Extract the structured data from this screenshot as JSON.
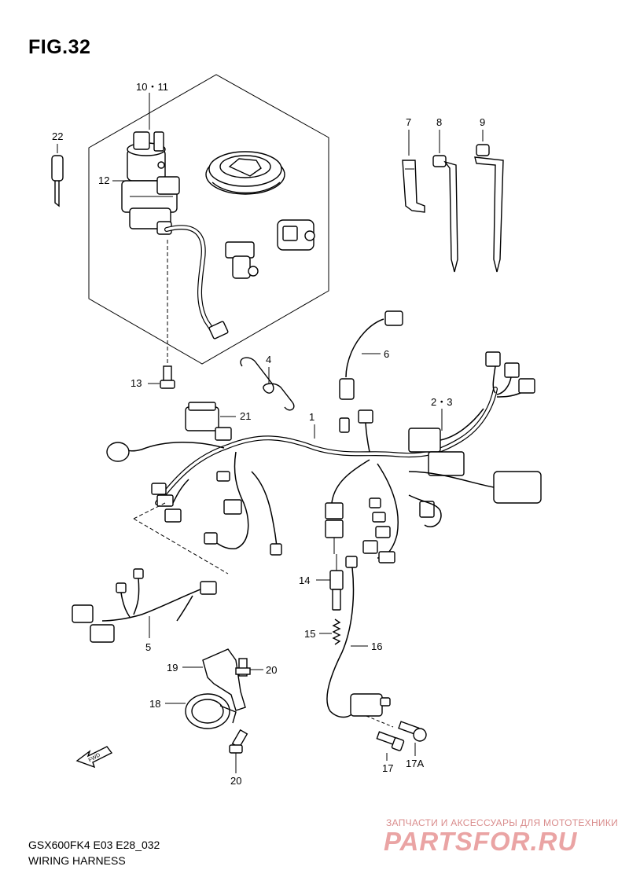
{
  "figure": {
    "title": "FIG.32",
    "code": "GSX600FK4 E03 E28_032",
    "name": "WIRING HARNESS"
  },
  "callouts": {
    "c1": "1",
    "c2_3": "2・3",
    "c4": "4",
    "c5": "5",
    "c6": "6",
    "c7": "7",
    "c8": "8",
    "c9": "9",
    "c10_11": "10・11",
    "c12": "12",
    "c13": "13",
    "c14": "14",
    "c15": "15",
    "c16": "16",
    "c17": "17",
    "c17a": "17A",
    "c18": "18",
    "c19": "19",
    "c20a": "20",
    "c20b": "20",
    "c21": "21",
    "c22": "22"
  },
  "fwd_label": "FWD",
  "watermark": {
    "tagline": "ЗАПЧАСТИ И АКСЕССУАРЫ ДЛЯ МОТОТЕХНИКИ",
    "logo": "PARTSFOR.RU"
  }
}
